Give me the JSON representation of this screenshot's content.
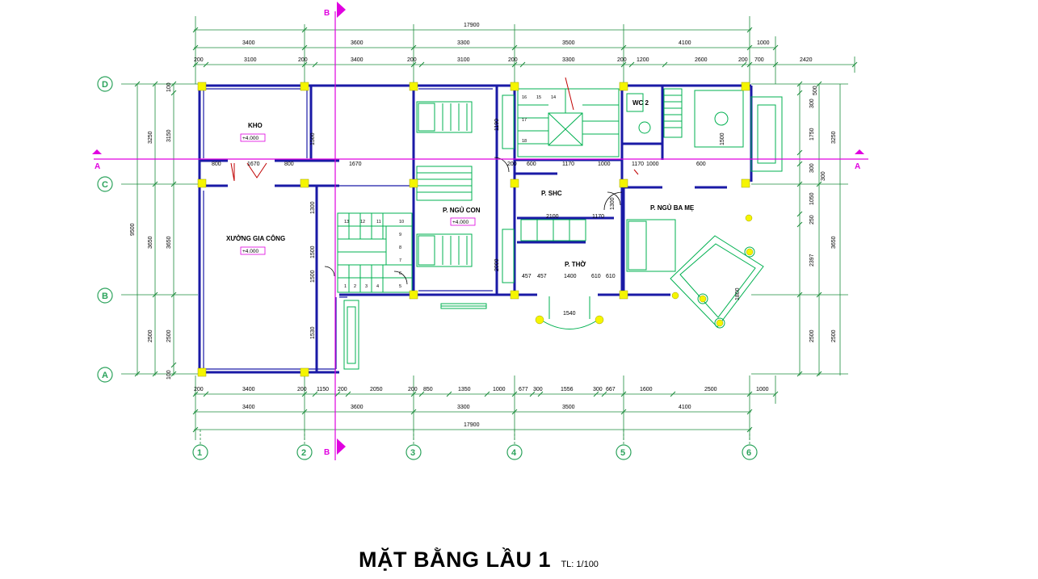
{
  "title": {
    "main": "MẶT BẰNG LẦU 1",
    "scale": "TL: 1/100"
  },
  "colors": {
    "wall": "#1a1aa6",
    "dimension": "#1c8c3c",
    "furniture": "#00b050",
    "section": "#e000e0",
    "column": "#f5f500",
    "room_label": "#000000"
  },
  "grid_axes": {
    "vertical": [
      "1",
      "2",
      "3",
      "4",
      "5",
      "6"
    ],
    "horizontal": [
      "D",
      "C",
      "B",
      "A"
    ]
  },
  "section_markers": {
    "horizontal": "A",
    "vertical": "B"
  },
  "rooms": {
    "kho": {
      "name": "KHO",
      "elevation": "+4.000"
    },
    "xuong": {
      "name": "XƯỞNG GIA CÔNG",
      "elevation": "+4.000"
    },
    "ngu_con": {
      "name": "P. NGỦ CON",
      "elevation": "+4.000"
    },
    "shc": {
      "name": "P. SHC"
    },
    "tho": {
      "name": "P. THỜ"
    },
    "ngu_bame": {
      "name": "P. NGỦ BA MẸ"
    },
    "wc": {
      "name": "WC 2"
    }
  },
  "dims": {
    "top_total": "17900",
    "top_mid": [
      "3400",
      "3600",
      "3300",
      "3500",
      "4100",
      "1000"
    ],
    "top_inner": [
      "200",
      "3100",
      "200",
      "3400",
      "200",
      "3100",
      "200",
      "3300",
      "200",
      "1200",
      "2600",
      "200",
      "700",
      "2420"
    ],
    "bottom_inner": [
      "200",
      "3400",
      "200",
      "1150",
      "200",
      "2050",
      "200",
      "850",
      "1350",
      "1000",
      "677",
      "300",
      "1556",
      "300",
      "667",
      "1600",
      "2500",
      "1000"
    ],
    "bottom_mid": [
      "3400",
      "3600",
      "3300",
      "3500",
      "4100"
    ],
    "bottom_total": "17900",
    "left_outer": [
      "9500"
    ],
    "left_mid": [
      "3250",
      "3650",
      "2500"
    ],
    "left_inner": [
      "100",
      "3150",
      "3650",
      "2500",
      "100"
    ],
    "right_inner": [
      "500",
      "300",
      "1750",
      "300",
      "300",
      "1050",
      "250",
      "2397",
      "2500"
    ],
    "right_mid": [
      "3250",
      "3650",
      "2500"
    ],
    "interior": [
      "800",
      "1670",
      "800",
      "1670",
      "600",
      "200",
      "1170",
      "2100",
      "1170",
      "1000",
      "1170",
      "1000",
      "600",
      "1540",
      "457",
      "457",
      "1400",
      "610",
      "610",
      "1500",
      "1300",
      "1500",
      "1500",
      "1530",
      "1190",
      "2000",
      "1500",
      "1300",
      "1800"
    ],
    "stair_steps": [
      "16",
      "17",
      "18",
      "15",
      "14",
      "1",
      "2",
      "3",
      "4",
      "5",
      "6",
      "7",
      "8",
      "9",
      "10",
      "11",
      "12",
      "13"
    ]
  }
}
